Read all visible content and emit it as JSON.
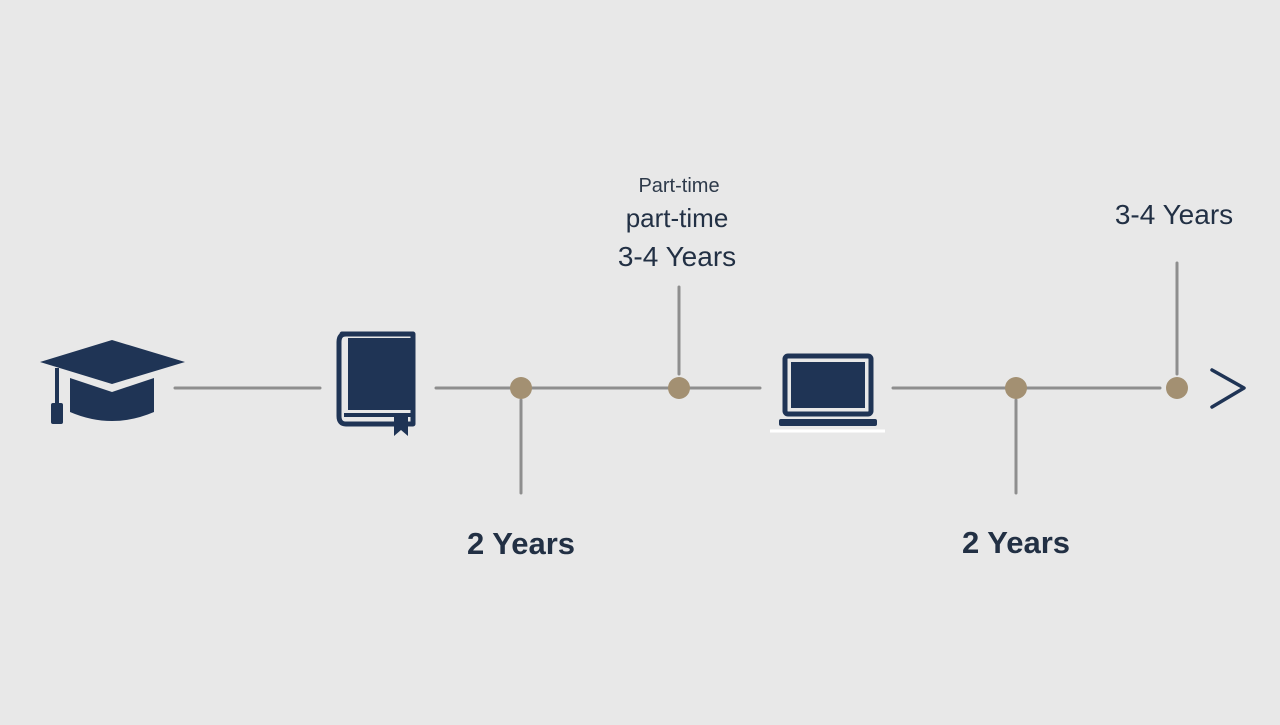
{
  "timeline": {
    "icons": [
      "graduation-cap-icon",
      "book-icon",
      "laptop-icon",
      "arrow-right-icon"
    ],
    "labels": {
      "top_note_small": "Part-time",
      "top_note_mid": "part-time",
      "mid_duration": "3-4 Years",
      "right_duration": "3-4 Years",
      "bottom_left_duration": "2 Years",
      "bottom_right_duration": "2 Years"
    }
  },
  "colors": {
    "background": "#e8e8e8",
    "icon_navy": "#1f3455",
    "line_gray": "#8e8e8e",
    "node_tan": "#a39072",
    "text_dark": "#223044"
  }
}
